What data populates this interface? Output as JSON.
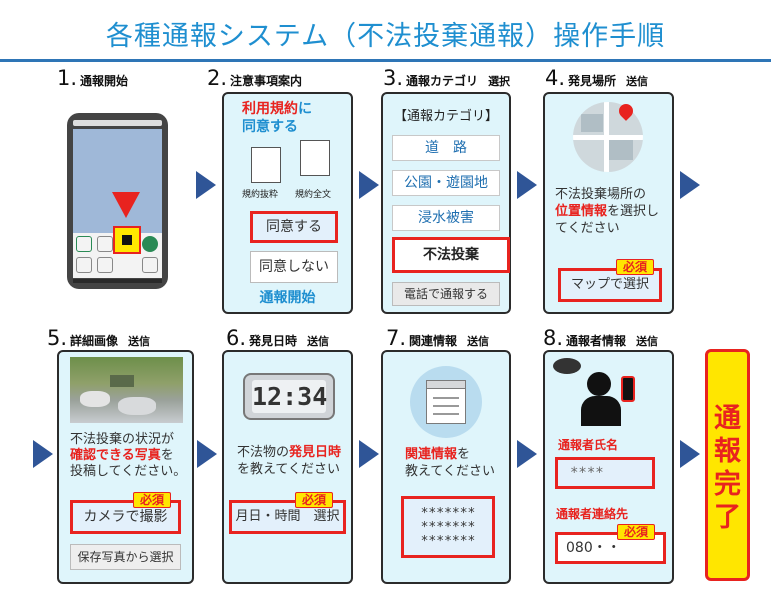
{
  "title": "各種通報システム（不法投棄通報）操作手順",
  "steps": {
    "s1": {
      "num": "1.",
      "label": "通報開始"
    },
    "s2": {
      "num": "2.",
      "label": "注意事項案内",
      "heading_red": "利用規約",
      "heading_blue_1": "に",
      "heading_blue_2": "同意する",
      "doc1": "規約抜粋",
      "doc2": "規約全文",
      "agree": "同意する",
      "disagree": "同意しない",
      "start": "通報開始"
    },
    "s3": {
      "num": "3.",
      "label": "通報カテゴリ",
      "sub": "選択",
      "box_title": "【通報カテゴリ】",
      "cats": [
        "道　路",
        "公園・遊園地",
        "浸水被害"
      ],
      "selected": "不法投棄",
      "phone": "電話で通報する"
    },
    "s4": {
      "num": "4.",
      "label": "発見場所",
      "sub": "送信",
      "text1": "不法投棄場所の",
      "text_red": "位置情報",
      "text2": "を選択し",
      "text3": "てください",
      "hissu": "必須",
      "button": "マップで選択"
    },
    "s5": {
      "num": "5.",
      "label": "詳細画像",
      "sub": "送信",
      "text1": "不法投棄の状況が",
      "text_red": "確認できる写真",
      "text2": "を",
      "text3": "投稿してください。",
      "hissu": "必須",
      "camera": "カメラで撮影",
      "saved": "保存写真から選択"
    },
    "s6": {
      "num": "6.",
      "label": "発見日時",
      "sub": "送信",
      "clock": "12:34",
      "text1": "不法物の",
      "text_red": "発見日時",
      "text2": "を教えてください",
      "hissu": "必須",
      "button": "月日・時間　選択"
    },
    "s7": {
      "num": "7.",
      "label": "関連情報",
      "sub": "送信",
      "text_red": "関連情報",
      "text1": "を",
      "text2": "教えてください",
      "stars": [
        "*******",
        "*******",
        "*******"
      ]
    },
    "s8": {
      "num": "8.",
      "label": "通報者情報",
      "sub": "送信",
      "name_label": "通報者氏名",
      "name_value": "****",
      "contact_label": "通報者連絡先",
      "contact_value": "080・・",
      "hissu": "必須"
    }
  },
  "done": [
    "通",
    "報",
    "完",
    "了"
  ],
  "colors": {
    "title": "#1f8fd0",
    "panel_fill": "#dff5fb",
    "arrow": "#2f5597",
    "accent_red": "#e8231f",
    "hissu_fill": "#ffe600"
  }
}
